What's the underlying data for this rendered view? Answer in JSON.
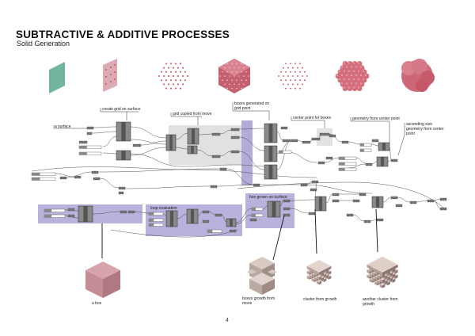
{
  "header": {
    "title": "SUBTRACTIVE & ADDITIVE PROCESSES",
    "subtitle": "Solid Generation"
  },
  "labels": {
    "a_surface": "a surface",
    "create_grid": "create grid on surface",
    "grid_copied": "grid copied from move",
    "boxes_generated_1": "boxes generated on",
    "boxes_generated_2": "grid point",
    "center_point": "center point for boxes",
    "geometry_center": "geometry from center point",
    "ascending_1": "ascending size",
    "ascending_2": "geometry from center",
    "ascending_3": "point",
    "loop_evaluation": "loop evaluation",
    "box_grown": "box grown on surface",
    "a_box": "a box",
    "boxes_growth_1": "boxes growth from",
    "boxes_growth_2": "move",
    "cluster_growth": "cluster from growth",
    "another_cluster_1": "another cluster from",
    "another_cluster_2": "growth"
  },
  "page_number": "4",
  "colors": {
    "surface": "#72b59c",
    "grid_panel": "#d9a9b1",
    "dot": "#d2485a",
    "hex_fill": "#c8606f",
    "group_purple": "#b3acd9",
    "group_gray": "#dcdcdc",
    "component": "#6a6a6a",
    "box_pink": "#c98f97"
  }
}
